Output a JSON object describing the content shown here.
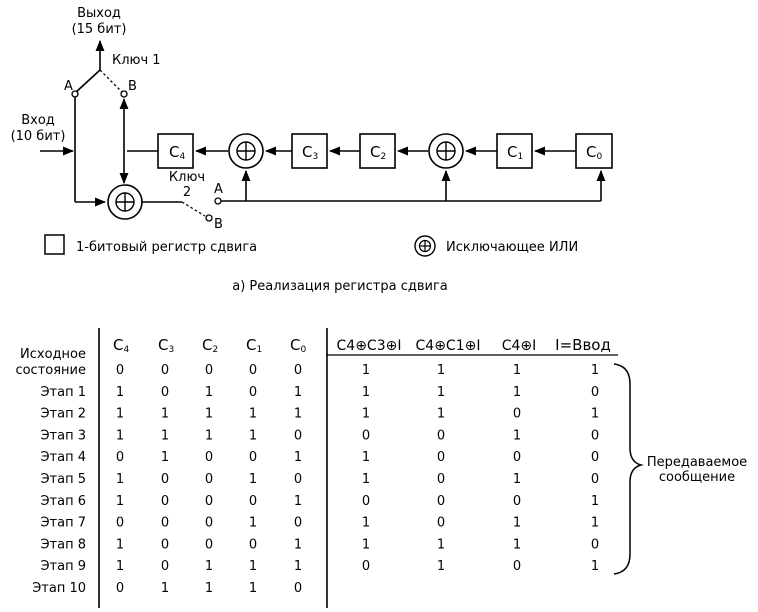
{
  "diagram": {
    "output_label": "Выход",
    "output_bits": "(15 бит)",
    "input_label": "Вход",
    "input_bits": "(10 бит)",
    "key1_label": "Ключ 1",
    "key2_label_line1": "Ключ",
    "key2_label_line2": "2",
    "pos_a": "A",
    "pos_b": "B",
    "reg_prefix": "C",
    "registers": [
      "4",
      "3",
      "2",
      "1",
      "0"
    ],
    "xor_symbol": "⊕",
    "legend_register": "1-битовый регистр сдвига",
    "legend_xor": "Исключающее ИЛИ",
    "caption": "а) Реализация регистра сдвига"
  },
  "table": {
    "headers": [
      "C4",
      "C3",
      "C2",
      "C1",
      "C0",
      "C4⊕C3⊕I",
      "C4⊕C1⊕I",
      "C4⊕I",
      "I=Ввод"
    ],
    "row_labels": [
      "Исходное состояние",
      "Этап 1",
      "Этап 2",
      "Этап 3",
      "Этап 4",
      "Этап 5",
      "Этап 6",
      "Этап 7",
      "Этап 8",
      "Этап 9",
      "Этап 10"
    ],
    "rows": [
      [
        "0",
        "0",
        "0",
        "0",
        "0",
        "1",
        "1",
        "1",
        "1"
      ],
      [
        "1",
        "0",
        "1",
        "0",
        "1",
        "1",
        "1",
        "1",
        "0"
      ],
      [
        "1",
        "1",
        "1",
        "1",
        "1",
        "1",
        "1",
        "0",
        "1"
      ],
      [
        "1",
        "1",
        "1",
        "1",
        "0",
        "0",
        "0",
        "1",
        "0"
      ],
      [
        "0",
        "1",
        "0",
        "0",
        "1",
        "1",
        "0",
        "0",
        "0"
      ],
      [
        "1",
        "0",
        "0",
        "1",
        "0",
        "1",
        "0",
        "1",
        "0"
      ],
      [
        "1",
        "0",
        "0",
        "0",
        "1",
        "0",
        "0",
        "0",
        "1"
      ],
      [
        "0",
        "0",
        "0",
        "1",
        "0",
        "1",
        "0",
        "1",
        "1"
      ],
      [
        "1",
        "0",
        "0",
        "0",
        "1",
        "1",
        "1",
        "1",
        "0"
      ],
      [
        "1",
        "0",
        "1",
        "1",
        "1",
        "0",
        "1",
        "0",
        "1"
      ],
      [
        "0",
        "1",
        "1",
        "1",
        "0",
        "",
        "",
        "",
        ""
      ]
    ],
    "brace_label_line1": "Передаваемое",
    "brace_label_line2": "сообщение"
  }
}
